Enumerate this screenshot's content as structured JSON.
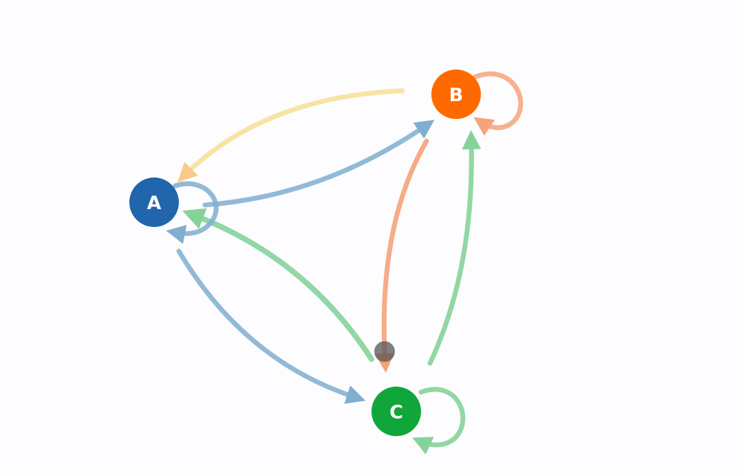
{
  "nodes": [
    {
      "id": "A",
      "label": "A",
      "color": "#2166ac"
    },
    {
      "id": "B",
      "label": "B",
      "color": "#ff6a00"
    },
    {
      "id": "C",
      "label": "C",
      "color": "#10a63a"
    }
  ],
  "edges": [
    {
      "from": "A",
      "to": "B",
      "color": "#7faed0"
    },
    {
      "from": "A",
      "to": "C",
      "color": "#7faed0"
    },
    {
      "from": "A",
      "to": "A",
      "color": "#7faed0"
    },
    {
      "from": "B",
      "to": "A",
      "color": "#f9c98a"
    },
    {
      "from": "B",
      "to": "C",
      "color": "#f5a37a"
    },
    {
      "from": "B",
      "to": "B",
      "color": "#f5a37a"
    },
    {
      "from": "C",
      "to": "A",
      "color": "#86d39a"
    },
    {
      "from": "C",
      "to": "B",
      "color": "#86d39a"
    },
    {
      "from": "C",
      "to": "C",
      "color": "#86d39a"
    }
  ],
  "highlight_color": "#555555"
}
